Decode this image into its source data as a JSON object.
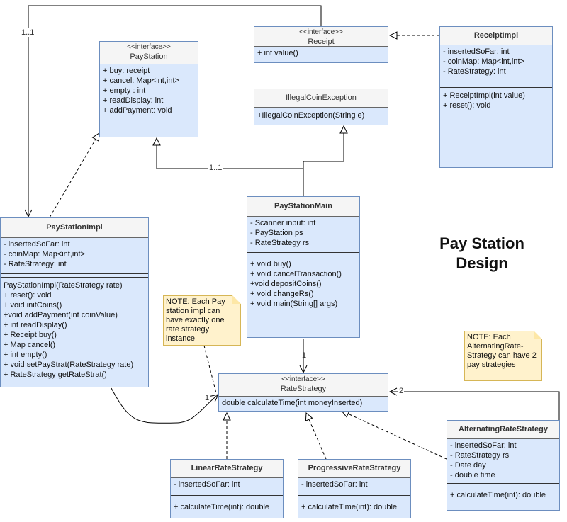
{
  "title": {
    "line1": "Pay Station",
    "line2": "Design"
  },
  "classes": {
    "paystation": {
      "stereotype": "<<interface>>",
      "name": "PayStation",
      "attrs": [
        "+ buy: receipt",
        "+ cancel: Map<int,int>",
        "+ empty : int",
        "+ readDisplay: int",
        "+ addPayment: void"
      ]
    },
    "receipt": {
      "stereotype": "<<interface>>",
      "name": "Receipt",
      "methods": [
        "+ int value()"
      ]
    },
    "receiptimpl": {
      "name": "ReceiptImpl",
      "attrs": [
        "- insertedSoFar: int",
        "- coinMap: Map<int,int>",
        "- RateStrategy: int"
      ],
      "methods": [
        "+ ReceiptImpl(int value)",
        "+ reset(): void"
      ]
    },
    "illegalcoin": {
      "name": "IllegalCoinException",
      "methods": [
        "+IllegalCoinException(String e)"
      ]
    },
    "paystationmain": {
      "name": "PayStationMain",
      "attrs": [
        "- Scanner input: int",
        "- PayStation ps",
        "- RateStrategy rs"
      ],
      "methods": [
        "+ void buy()",
        "+ void cancelTransaction()",
        "+void depositCoins()",
        "+ void changeRs()",
        "+ void main(String[] args)"
      ]
    },
    "paystationimpl": {
      "name": "PayStationImpl",
      "attrs": [
        "- insertedSoFar: int",
        "- coinMap: Map<int,int>",
        "- RateStrategy: int"
      ],
      "methods": [
        "PayStationImpl(RateStrategy rate)",
        "+ reset(): void",
        "+ void initCoins()",
        "+void addPayment(int coinValue)",
        "+ int readDisplay()",
        "+ Receipt buy()",
        "+ Map cancel()",
        "+ int empty()",
        "+ void setPayStrat(RateStrategy rate)",
        "+ RateStrategy getRateStrat()"
      ]
    },
    "ratestrategy": {
      "stereotype": "<<interface>>",
      "name": "RateStrategy",
      "methods": [
        "double calculateTime(int moneyInserted)"
      ]
    },
    "linear": {
      "name": "LinearRateStrategy",
      "attrs": [
        "- insertedSoFar: int"
      ],
      "methods": [
        "+ calculateTime(int): double"
      ]
    },
    "progressive": {
      "name": "ProgressiveRateStrategy",
      "attrs": [
        "- insertedSoFar: int"
      ],
      "methods": [
        "+ calculateTime(int): double"
      ]
    },
    "alternating": {
      "name": "AlternatingRateStrategy",
      "attrs": [
        "- insertedSoFar: int",
        "- RateStrategy rs",
        "- Date day",
        "- double time"
      ],
      "methods": [
        "+ calculateTime(int): double"
      ]
    }
  },
  "notes": {
    "paystation_note": "NOTE: Each Pay station impl can have exactly one rate strategy instance",
    "alternating_note": "NOTE: Each AlternatingRate-Strategy can have 2 pay strategies"
  },
  "multiplicities": {
    "receipt_to_impl": "1..1",
    "main_to_paystation": "1..1",
    "main_to_rate": "1",
    "impl_to_rate": "1",
    "alternating_to_rate": "2"
  }
}
